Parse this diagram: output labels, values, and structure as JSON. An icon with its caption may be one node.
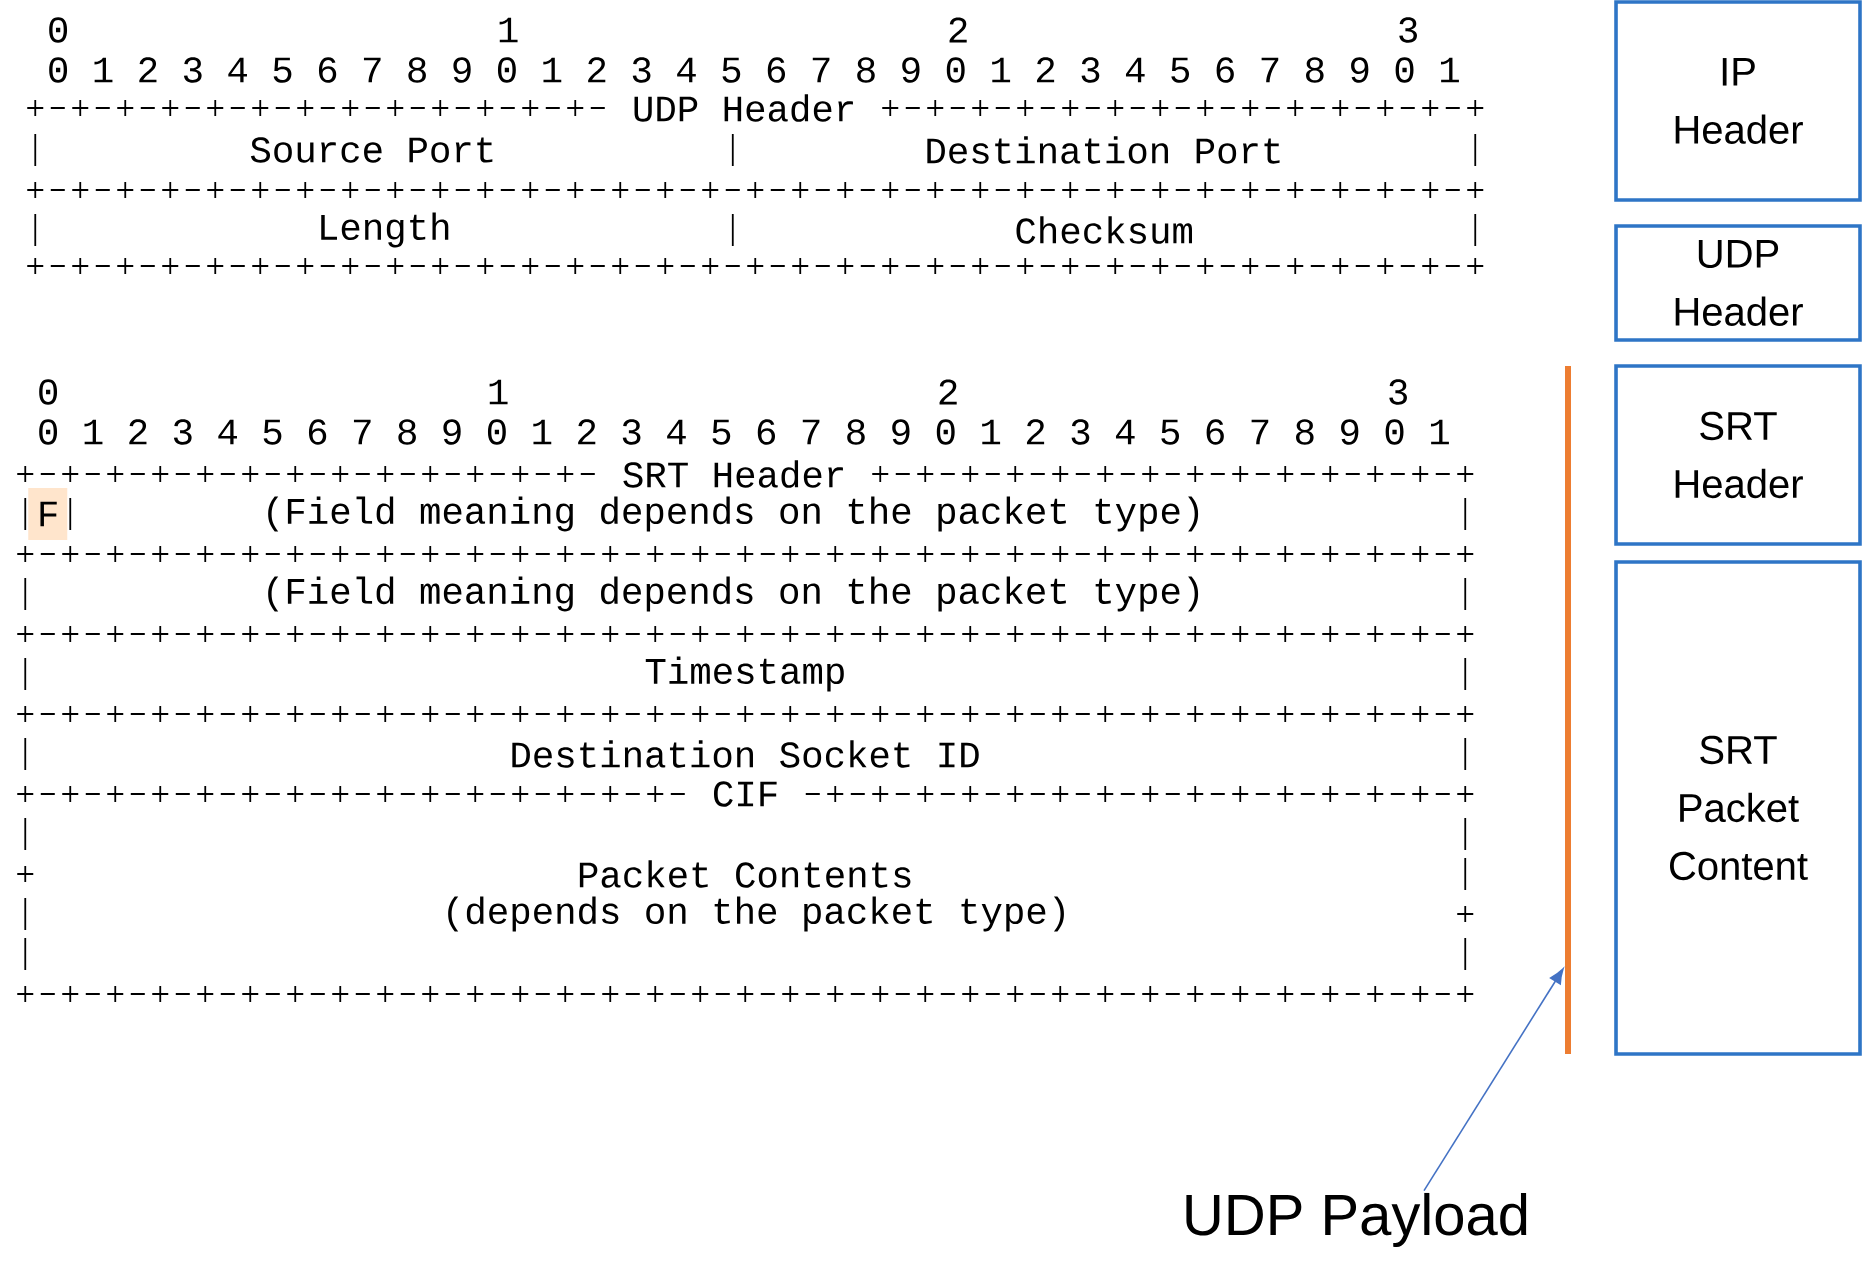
{
  "diagram": {
    "nodes": [
      {
        "text": [
          "IP Header"
        ]
      },
      {
        "text": [
          "UDP Header"
        ]
      },
      {
        "text": [
          "SRT Header"
        ]
      },
      {
        "text": [
          "SRT Packet Content"
        ]
      },
      {
        "text": [],
        "shape": "bar"
      },
      {
        "text": [
          "UDP Payload"
        ]
      }
    ],
    "edges": [
      {
        "from": 5,
        "to": 4,
        "arrow": "to"
      }
    ],
    "labels": [
      "0",
      "1",
      "2",
      "3",
      "0 1 2 3 4 5 6 7 8 9 0 1 2 3 4 5 6 7 8 9 0 1 2 3 4 5 6 7 8 9 0 1",
      "UDP Header",
      "Source Port",
      "Destination Port",
      "Length",
      "Checksum",
      "0",
      "1",
      "2",
      "3",
      "0 1 2 3 4 5 6 7 8 9 0 1 2 3 4 5 6 7 8 9 0 1 2 3 4 5 6 7 8 9 0 1",
      "SRT Header",
      "F",
      "(Field meaning depends on the packet type)",
      "(Field meaning depends on the packet type)",
      "Timestamp",
      "Destination Socket ID",
      "CIF",
      "Packet Contents",
      "(depends on the packet type)"
    ]
  }
}
